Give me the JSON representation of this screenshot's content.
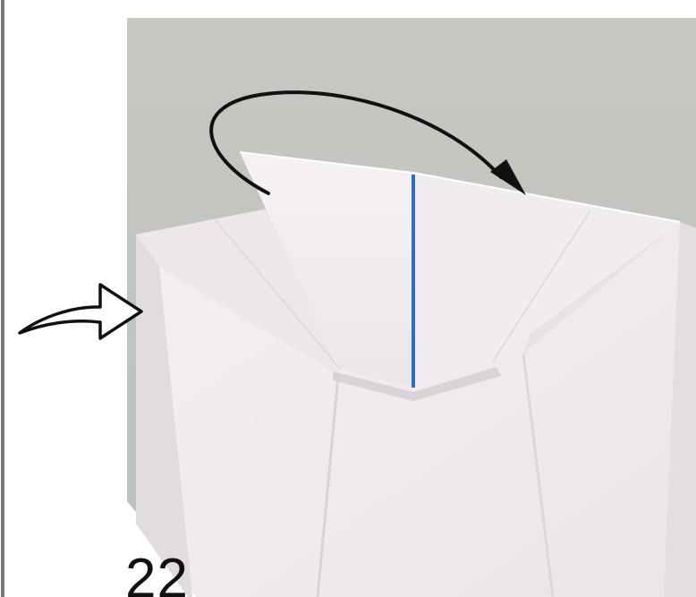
{
  "diagram": {
    "step_number": "22",
    "elements": [
      "left-edge-frame-line",
      "photo-background",
      "paper-model",
      "front-flap-triangle",
      "vertical-crease-line",
      "fold-over-arrow",
      "push-in-arrow",
      "step-number-label"
    ]
  },
  "colors": {
    "page_background": "#ffffff",
    "photo_background": "#c4c7c3",
    "paper_light": "#f3eef0",
    "paper_mid": "#e7e1e4",
    "paper_shadow": "#d6d0d3",
    "crease_line": "#2a6fc0",
    "arrow_stroke": "#111111",
    "arrow_fill": "#ffffff",
    "frame_line": "#7a7a7a",
    "step_number_text": "#111111"
  },
  "icons": {
    "fold_over": "curved-arrow-icon",
    "push_in": "hollow-push-arrow-icon"
  }
}
